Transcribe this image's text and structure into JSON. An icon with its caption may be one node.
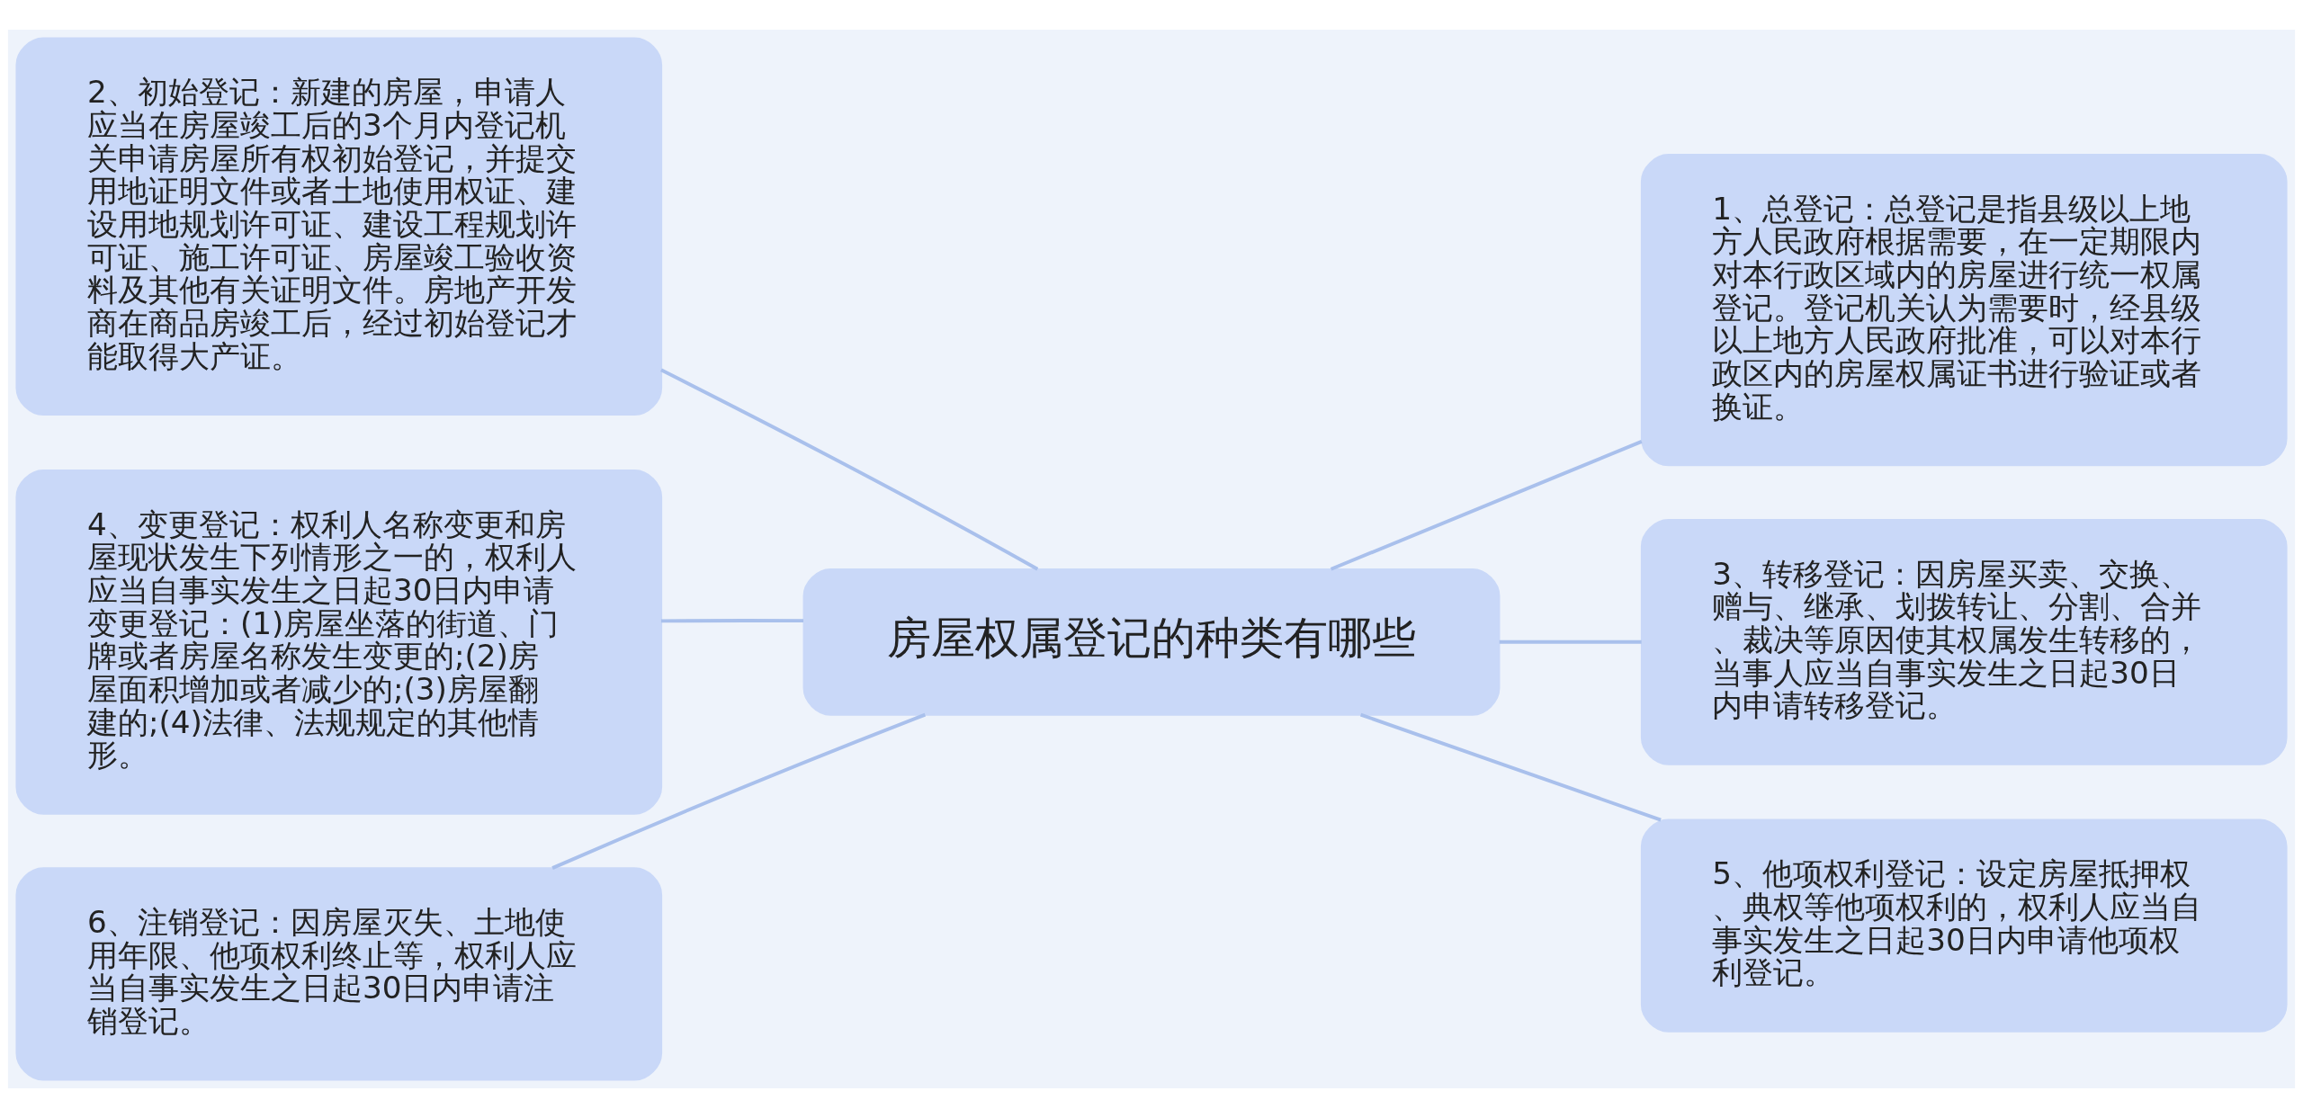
{
  "diagram": {
    "nodes": [
      {
        "text": [
          "房屋权属登记的种类有哪些"
        ]
      },
      {
        "text": [
          "2、初始登记：新建的房屋，申请人应当在房屋竣工后的3个月内登记机关申请房屋所有权初始登记，并提交用地证明文件或者土地使用权证、建设用地规划许可证、建设工程规划许可证、施工许可证、房屋竣工验收资料及其他有关证明文件。房地产开发商在商品房竣工后，经过初始登记才能取得大产证。"
        ]
      },
      {
        "text": [
          "1、总登记：总登记是指县级以上地方人民政府根据需要，在一定期限内对本行政区域内的房屋进行统一权属登记。登记机关认为需要时，经县级以上地方人民政府批准，可以对本行政区内的房屋权属证书进行验证或者换证。"
        ]
      },
      {
        "text": [
          "4、变更登记：权利人名称变更和房屋现状发生下列情形之一的，权利人应当自事实发生之日起30日内申请变更登记：(1)房屋坐落的街道、门牌或者房屋名称发生变更的;(2)房屋面积增加或者减少的;(3)房屋翻建的;(4)法律、法规规定的其他情形。"
        ]
      },
      {
        "text": [
          "3、转移登记：因房屋买卖、交换、赠与、继承、划拨转让、分割、合并、裁决等原因使其权属发生转移的，当事人应当自事实发生之日起30日内申请转移登记。"
        ]
      },
      {
        "text": [
          "5、他项权利登记：设定房屋抵押权、典权等他项权利的，权利人应当自事实发生之日起30日内申请他项权利登记。"
        ]
      },
      {
        "text": [
          "6、注销登记：因房屋灭失、土地使用年限、他项权利终止等，权利人应当自事实发生之日起30日内申请注销登记。"
        ]
      }
    ],
    "edges": [
      {
        "from": 0,
        "to": 1,
        "arrow": "none"
      },
      {
        "from": 0,
        "to": 2,
        "arrow": "none"
      },
      {
        "from": 0,
        "to": 3,
        "arrow": "none"
      },
      {
        "from": 0,
        "to": 4,
        "arrow": "none"
      },
      {
        "from": 0,
        "to": 5,
        "arrow": "none"
      },
      {
        "from": 0,
        "to": 6,
        "arrow": "none"
      }
    ]
  }
}
